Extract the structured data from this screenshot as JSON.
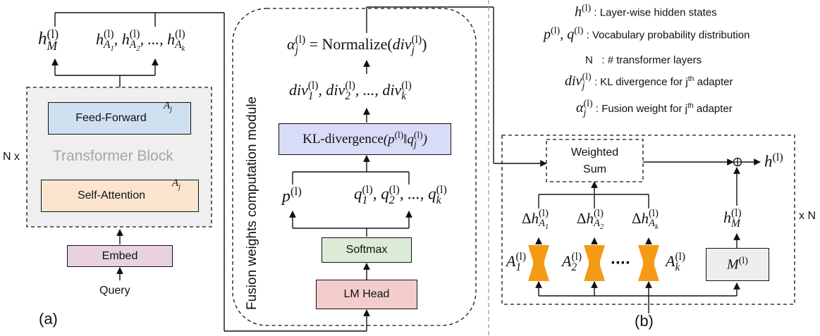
{
  "panel_a": {
    "panel_label": "(a)",
    "query_label": "Query",
    "embed_label": "Embed",
    "block_title": "Transformer Block",
    "feed_forward_label": "Feed-Forward",
    "self_attention_label": "Self-Attention",
    "repeat_label": "N x",
    "adapter_tag": "A",
    "adapter_tag_sub": "j",
    "output_main": "h",
    "output_main_sup": "(l)",
    "output_main_sub": "M",
    "output_adapters": "h_A1^(l), h_A2^(l), ..., h_Ak^(l)"
  },
  "fusion_module": {
    "title": "Fusion weights computation module",
    "lm_head_label": "LM Head",
    "softmax_label": "Softmax",
    "p_label": "p",
    "p_sup": "(l)",
    "q_label": "q_1^(l), q_2^(l), ..., q_k^(l)",
    "kl_label": "KL-divergence",
    "kl_args": "(p^(l) || q_j^(l))",
    "div_label": "div_1^(l), div_2^(l), ..., div_k^(l)",
    "normalize_lhs": "α_j^(l)",
    "normalize_rhs": "= Normalize(div_j^(l))"
  },
  "legend": {
    "items": [
      {
        "symbol": "h^(l)",
        "desc": ": Layer-wise hidden states"
      },
      {
        "symbol": "p^(l), q^(l)",
        "desc": ": Vocabulary probability distribution"
      },
      {
        "symbol": "N",
        "desc": ": # transformer layers"
      },
      {
        "symbol": "div_j^(l)",
        "desc": ": KL divergence for jth adapter"
      },
      {
        "symbol": "α_j^(l)",
        "desc": ": Fusion weight for jth adapter"
      }
    ]
  },
  "panel_b": {
    "panel_label": "(b)",
    "weighted_sum_label": "Weighted\nSum",
    "weighted_line1": "Weighted",
    "weighted_line2": "Sum",
    "output_label": "h^(l)",
    "repeat_label": "x N",
    "delta_labels": [
      "Δh_A1^(l)",
      "Δh_A2^(l)",
      "Δh_Ak^(l)"
    ],
    "adapter_labels": [
      "A_1^(l)",
      "A_2^(l)",
      "A_k^(l)"
    ],
    "ellipsis": "····",
    "model_label": "M^(l)",
    "model_hidden": "h_M^(l)"
  },
  "colors": {
    "feed_forward": "#cfe0f1",
    "self_attention": "#fbe5cf",
    "embed": "#e9d2e0",
    "block_bg": "#efefef",
    "kl": "#d9dcf6",
    "softmax": "#dcebd5",
    "lm_head": "#f2cdcb",
    "adapter": "#f59a14",
    "model_box": "#eeeeee"
  }
}
